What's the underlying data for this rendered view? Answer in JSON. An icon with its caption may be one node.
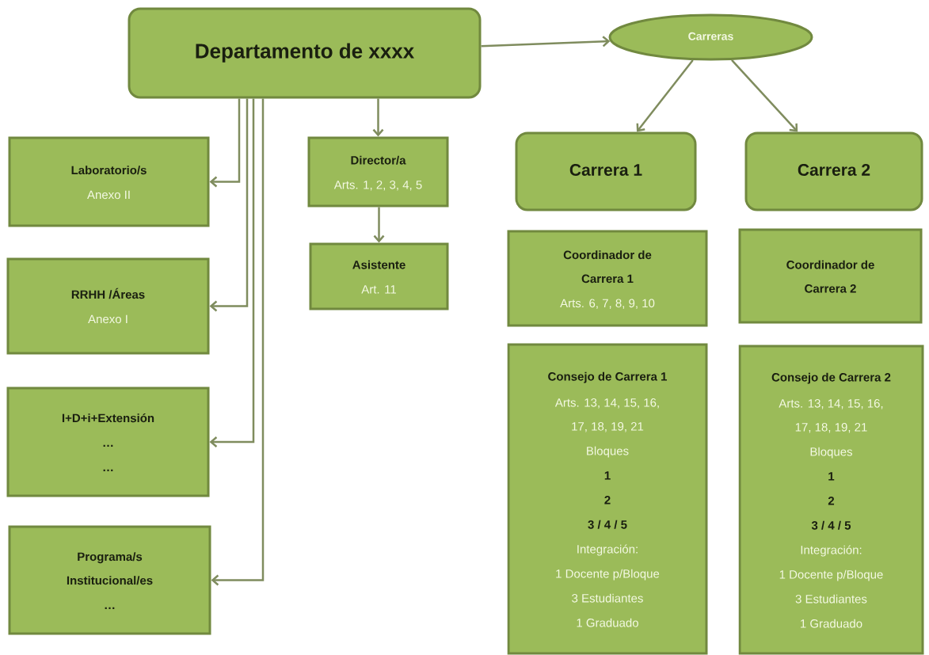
{
  "diagram": {
    "nodes": [
      {
        "text": [
          "Departamento de xxxx"
        ]
      },
      {
        "text": [
          "Carreras"
        ]
      },
      {
        "text": [
          "Laboratorio/s",
          "Anexo II"
        ]
      },
      {
        "text": [
          "RRHH /Áreas",
          "Anexo I"
        ]
      },
      {
        "text": [
          "I+D+i+Extensión",
          "…",
          "…"
        ]
      },
      {
        "text": [
          "Programa/s Institucional/es",
          "…"
        ]
      },
      {
        "text": [
          "Director/a",
          "Arts. 1, 2, 3, 4, 5"
        ]
      },
      {
        "text": [
          "Asistente",
          "Art. 11"
        ]
      },
      {
        "text": [
          "Carrera 1"
        ]
      },
      {
        "text": [
          "Carrera 2"
        ]
      },
      {
        "text": [
          "Coordinador de Carrera 1",
          "Arts. 6, 7, 8, 9, 10"
        ]
      },
      {
        "text": [
          "Coordinador de Carrera 2"
        ]
      },
      {
        "text": [
          "Consejo de Carrera 1",
          "Arts. 13, 14, 15, 16, 17, 18, 19, 21",
          "Bloques",
          "1",
          "2",
          "3 / 4 / 5",
          "Integración:",
          "1 Docente p/Bloque",
          "3 Estudiantes",
          "1 Graduado"
        ]
      },
      {
        "text": [
          "Consejo de Carrera 2",
          "Arts. 13, 14, 15, 16, 17, 18, 19, 21",
          "Bloques",
          "1",
          "2",
          "3 / 4 / 5",
          "Integración:",
          "1 Docente p/Bloque",
          "3 Estudiantes",
          "1 Graduado"
        ]
      }
    ],
    "edges": [
      {
        "from": 0,
        "to": 1,
        "arrow": "to"
      },
      {
        "from": 1,
        "to": 8,
        "arrow": "to"
      },
      {
        "from": 1,
        "to": 9,
        "arrow": "to"
      },
      {
        "from": 0,
        "to": 2,
        "arrow": "to"
      },
      {
        "from": 0,
        "to": 3,
        "arrow": "to"
      },
      {
        "from": 0,
        "to": 4,
        "arrow": "to"
      },
      {
        "from": 0,
        "to": 5,
        "arrow": "to"
      },
      {
        "from": 0,
        "to": 6,
        "arrow": "to"
      },
      {
        "from": 6,
        "to": 7,
        "arrow": "to"
      }
    ]
  }
}
